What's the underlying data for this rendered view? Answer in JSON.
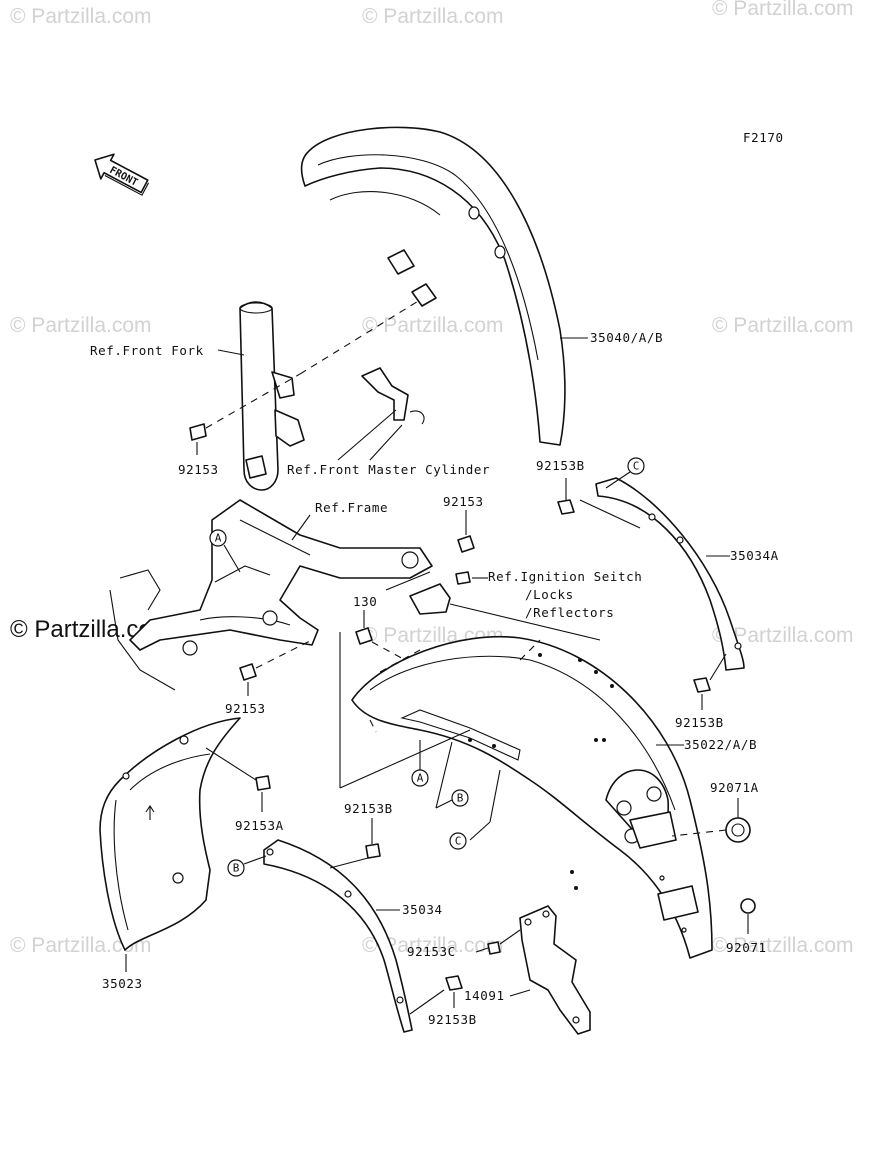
{
  "figure_code": "F2170",
  "direction_label": "FRONT",
  "watermark": "© Partzilla.com",
  "callouts": {
    "front_fender": "35040/A/B",
    "front_fork": "Ref.Front Fork",
    "front_bolt": "92153",
    "master_cylinder": "Ref.Front Master Cylinder",
    "frame": "Ref.Frame",
    "frame_bolt": "92153",
    "ignition_line1": "Ref.Ignition Seitch",
    "ignition_line2": "/Locks",
    "ignition_line3": "/Reflectors",
    "rear_bolt_130": "130",
    "frame_bolt_lower": "92153",
    "rear_fender": "35022/A/B",
    "strut_right": "35034A",
    "strut_right_top_bolt": "92153B",
    "strut_right_bottom_bolt": "92153B",
    "grommet_a": "92071A",
    "grommet": "92071",
    "inner_fender": "35023",
    "inner_fender_bolt": "92153A",
    "strut_left": "35034",
    "strut_left_top_bolt": "92153B",
    "strut_left_bottom_bolt": "92153B",
    "bolt_c": "92153C",
    "bracket": "14091"
  },
  "reference_letters": {
    "a": "A",
    "b": "B",
    "c": "C"
  },
  "colors": {
    "line": "#111111",
    "watermark": "#d2d2d2",
    "background": "#ffffff"
  }
}
